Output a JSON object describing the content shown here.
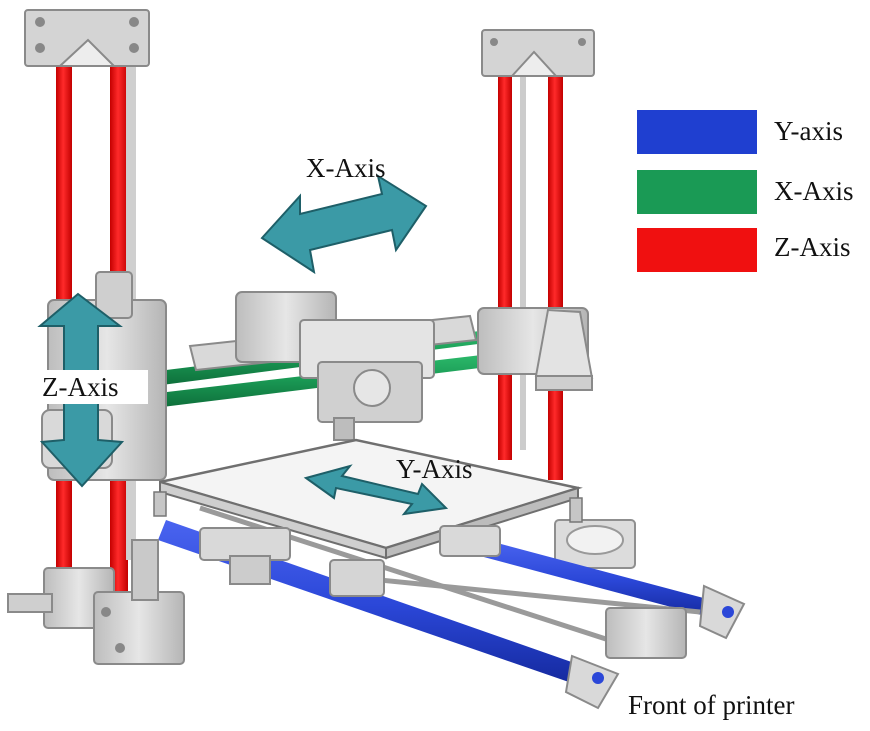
{
  "labels": {
    "x_axis": "X-Axis",
    "y_axis": "Y-Axis",
    "z_axis": "Z-Axis",
    "front": "Front of printer"
  },
  "legend": [
    {
      "label": "Y-axis",
      "color": "#1f3fd0"
    },
    {
      "label": "X-Axis",
      "color": "#1a9a55"
    },
    {
      "label": "Z-Axis",
      "color": "#f01010"
    }
  ],
  "colors": {
    "arrow": "#3b9aa6",
    "frame": "#d9d9d9",
    "frame_dark": "#a9a9a9",
    "bed": "#ececec"
  }
}
